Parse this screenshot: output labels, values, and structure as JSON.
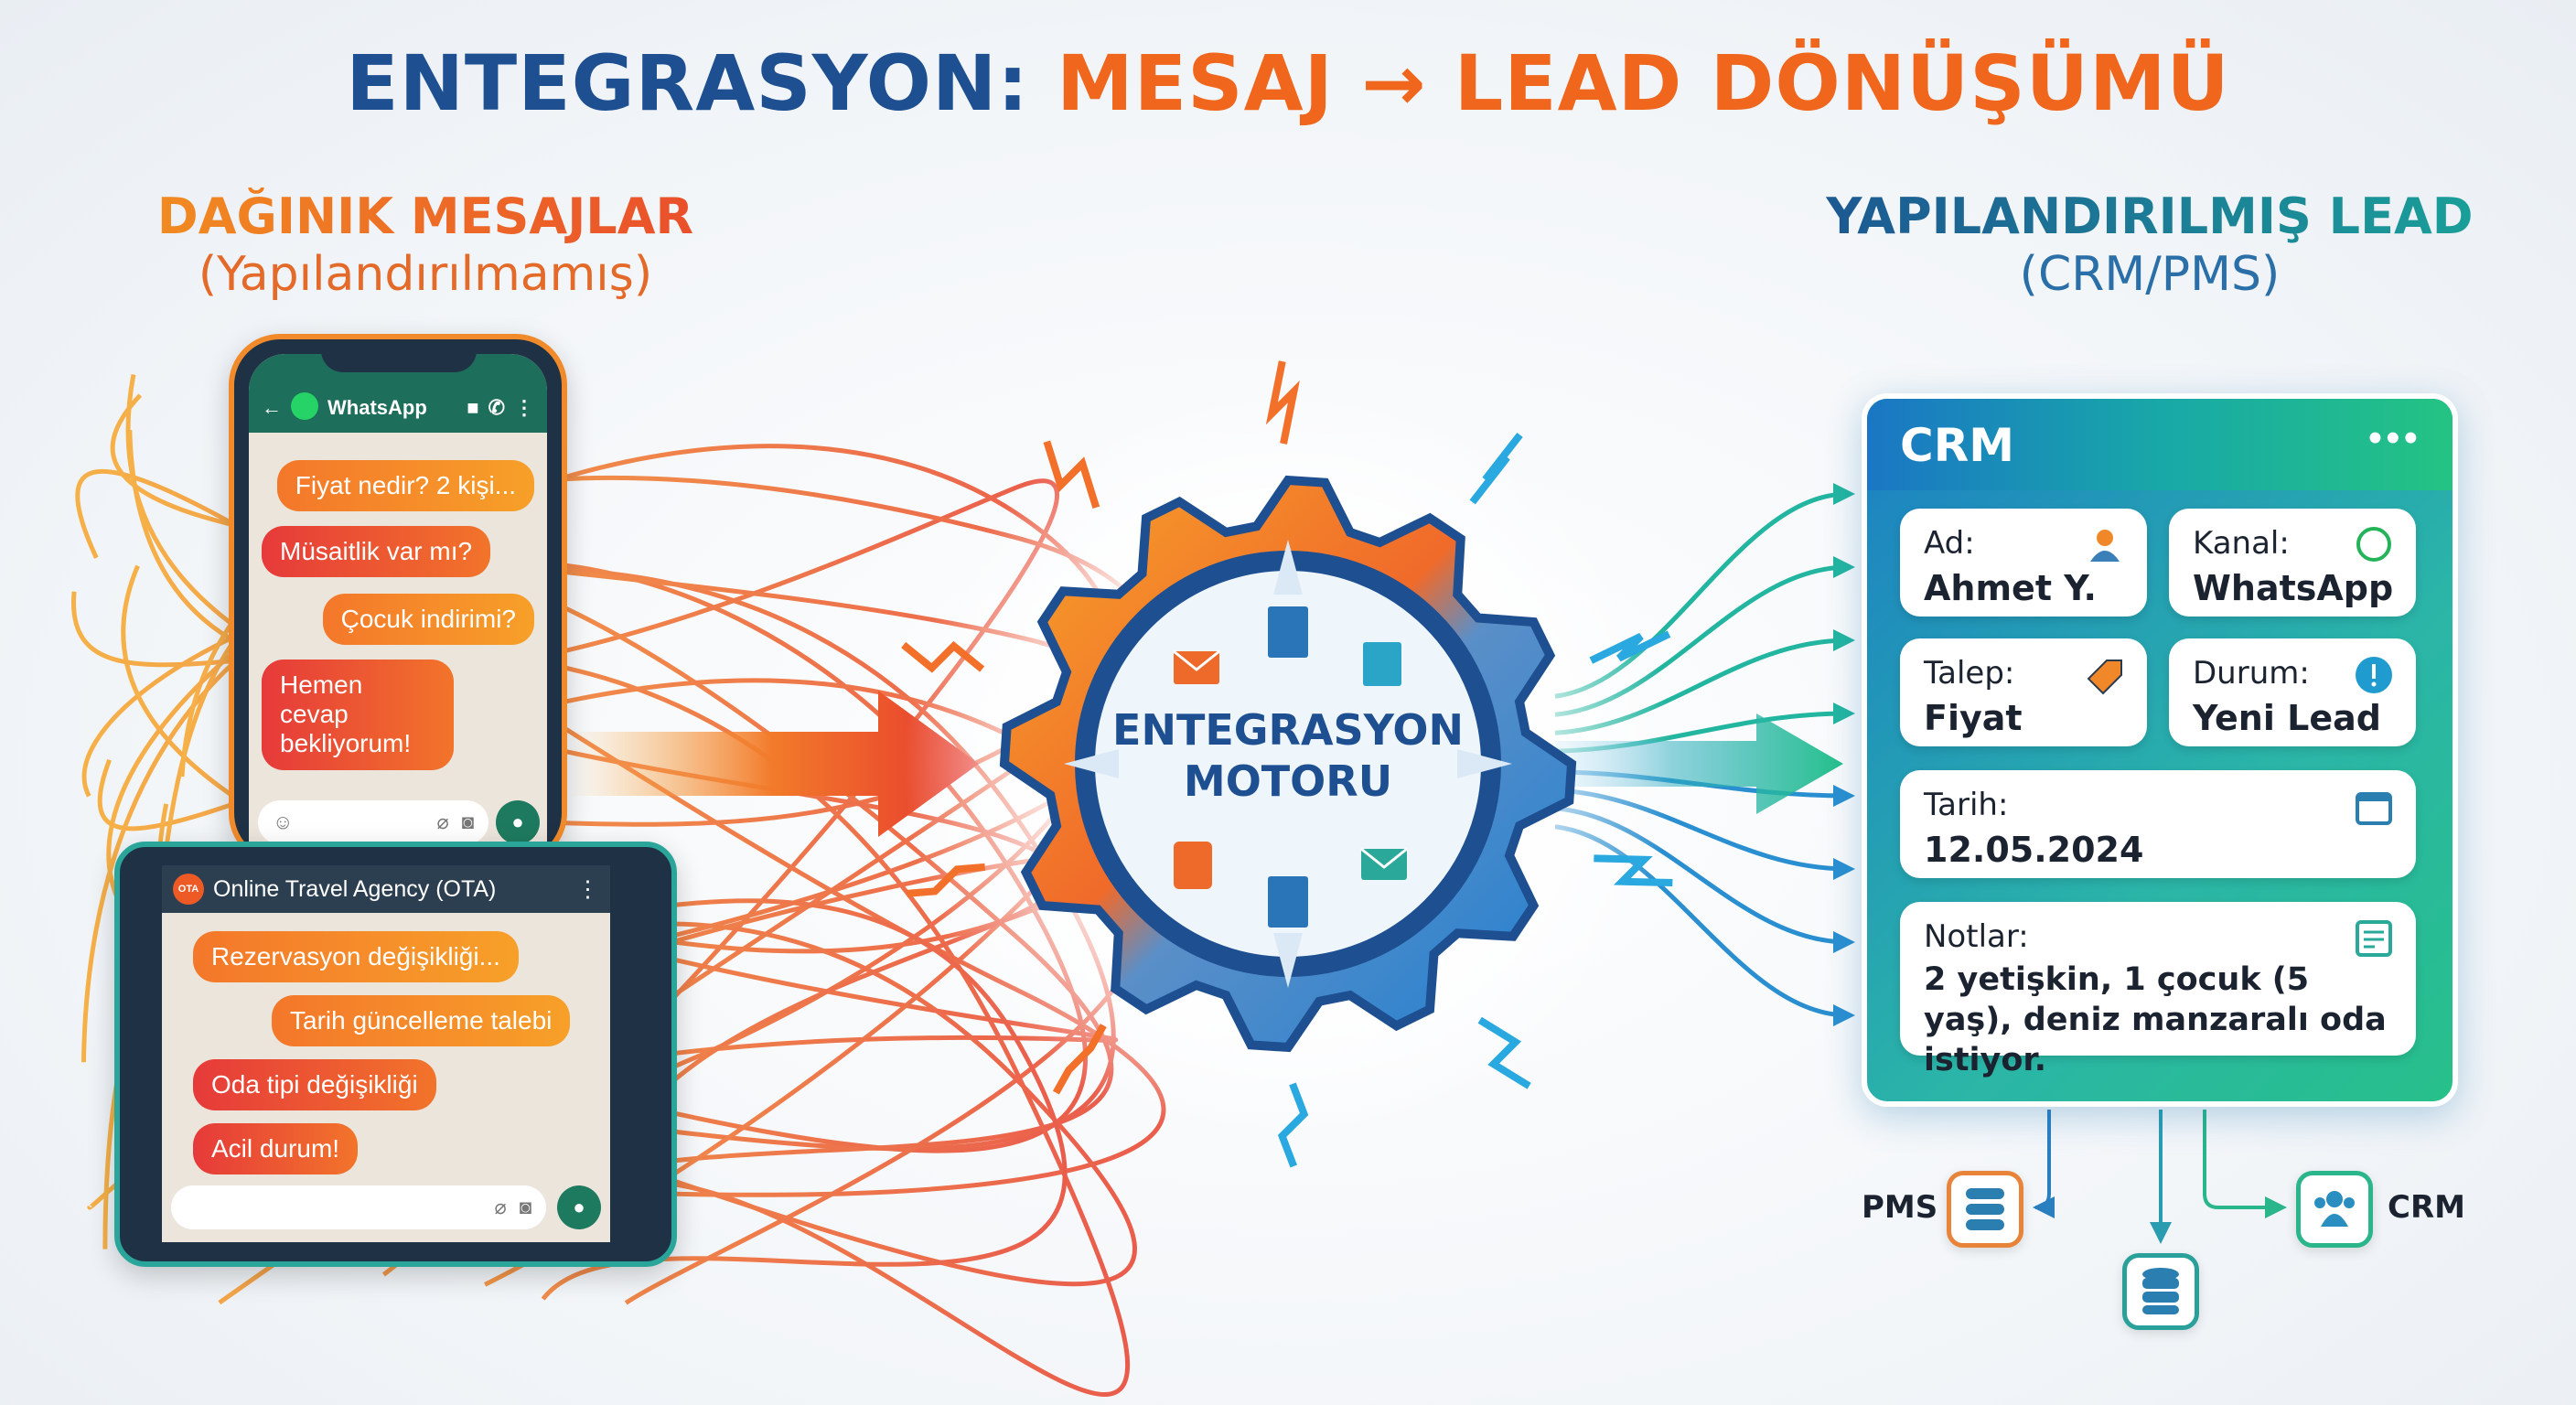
{
  "title": {
    "part1": "ENTEGRASYON:",
    "part2": "MESAJ → LEAD DÖNÜŞÜMÜ"
  },
  "left": {
    "heading": "DAĞINIK MESAJLAR",
    "subheading": "(Yapılandırılmamış)"
  },
  "right": {
    "heading": "YAPILANDIRILMIŞ LEAD",
    "subheading": "(CRM/PMS)"
  },
  "phone": {
    "app": "WhatsApp",
    "messages": [
      "Fiyat nedir? 2 kişi...",
      "Müsaitlik var mı?",
      "Çocuk indirimi?",
      "Hemen cevap bekliyorum!"
    ]
  },
  "tablet": {
    "badge": "OTA",
    "app": "Online Travel Agency (OTA)",
    "messages": [
      "Rezervasyon değişikliği...",
      "Tarih güncelleme talebi",
      "Oda tipi değişikliği",
      "Acil durum!"
    ]
  },
  "engine": {
    "line1": "ENTEGRASYON",
    "line2": "MOTORU"
  },
  "crm": {
    "title": "CRM",
    "menu": "•••",
    "fields": [
      {
        "label": "Ad:",
        "value": "Ahmet Y.",
        "icon": "user-icon"
      },
      {
        "label": "Kanal:",
        "value": "WhatsApp",
        "icon": "whatsapp-icon"
      },
      {
        "label": "Talep:",
        "value": "Fiyat",
        "icon": "tag-icon"
      },
      {
        "label": "Durum:",
        "value": "Yeni Lead",
        "icon": "alert-icon"
      },
      {
        "label": "Tarih:",
        "value": "12.05.2024",
        "icon": "calendar-icon"
      },
      {
        "label": "Notlar:",
        "value": "2 yetişkin, 1 çocuk (5 yaş), deniz manzaralı oda istiyor.",
        "icon": "note-icon"
      }
    ]
  },
  "outputs": {
    "left_label": "PMS",
    "right_label": "CRM"
  },
  "colors": {
    "blue": "#1d4f91",
    "orange": "#f0661c",
    "teal": "#1fb59a",
    "whatsapp": "#1e6e5c"
  }
}
